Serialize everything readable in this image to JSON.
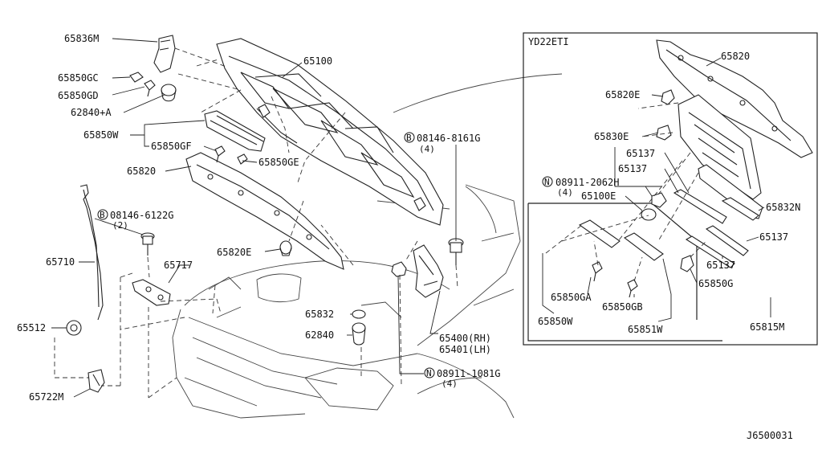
{
  "diagram": {
    "inset_title": "YD22ETI",
    "drawing_code": "J6500031",
    "bolt_prefix": "B",
    "nut_prefix": "N",
    "labels": {
      "p65836M": "65836M",
      "p65850GC": "65850GC",
      "p65850GD": "65850GD",
      "p62840A": "62840+A",
      "p65850W": "65850W",
      "p65850GF": "65850GF",
      "p65850GE": "65850GE",
      "p65820": "65820",
      "p65100": "65100",
      "p08146_8161G": "08146-8161G",
      "p08146_8161G_qty": "(4)",
      "p08146_6122G": "08146-6122G",
      "p08146_6122G_qty": "(2)",
      "p65710": "65710",
      "p65717": "65717",
      "p65512": "65512",
      "p65722M": "65722M",
      "p65820E": "65820E",
      "p65832": "65832",
      "p62840": "62840",
      "p65400": "65400(RH)",
      "p65401": "65401(LH)",
      "p08911_1081G": "08911-1081G",
      "p08911_1081G_qty": "(4)",
      "i65820": "65820",
      "i65820E": "65820E",
      "i65830E": "65830E",
      "i65137a": "65137",
      "i65137b": "65137",
      "i65137c": "65137",
      "i65137d": "65137",
      "i08911_2062H": "08911-2062H",
      "i08911_2062H_qty": "(4)",
      "i65100E": "65100E",
      "i65832N": "65832N",
      "i65850G": "65850G",
      "i65850GA": "65850GA",
      "i65850GB": "65850GB",
      "i65850W": "65850W",
      "i65851W": "65851W",
      "i65815M": "65815M"
    }
  }
}
